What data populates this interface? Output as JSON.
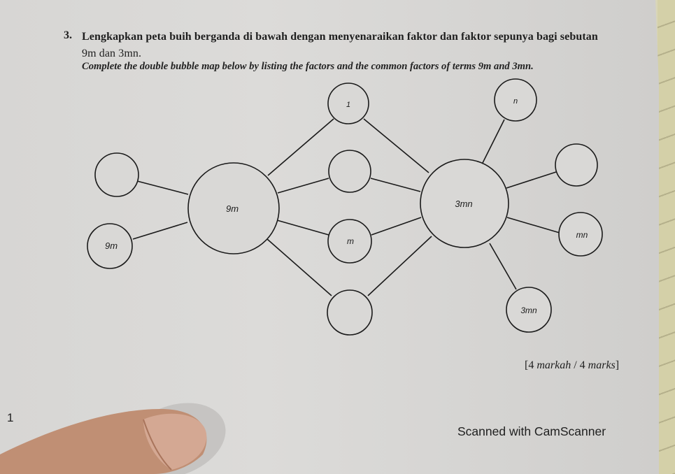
{
  "question": {
    "number": "3.",
    "text_ms": "Lengkapkan peta buih berganda di bawah dengan menyenaraikan faktor dan faktor sepunya bagi sebutan",
    "terms_ms": "9m dan 3mn.",
    "text_en": "Complete the double bubble map below by listing the factors and the common factors of terms 9m and 3mn."
  },
  "double_bubble_map": {
    "left_center": {
      "label": "9m"
    },
    "right_center": {
      "label": "3mn"
    },
    "left_only_factors": [
      {
        "label": ""
      },
      {
        "label": "9m"
      }
    ],
    "common_factors": [
      {
        "label": "1"
      },
      {
        "label": ""
      },
      {
        "label": "m"
      },
      {
        "label": ""
      }
    ],
    "right_only_factors": [
      {
        "label": "n"
      },
      {
        "label": ""
      },
      {
        "label": "mn"
      },
      {
        "label": "3mn"
      }
    ]
  },
  "marks": {
    "bracket_open": "[",
    "value_ms": "4",
    "word_ms": "markah",
    "separator": "/",
    "value_en": "4",
    "word_en": "marks",
    "bracket_close": "]"
  },
  "footer": {
    "page_number": "1",
    "watermark": "Scanned with CamScanner"
  },
  "colors": {
    "paper": "#d9d8d6",
    "ink": "#1a1a1a",
    "background_sheet": "#d4d0a8"
  }
}
